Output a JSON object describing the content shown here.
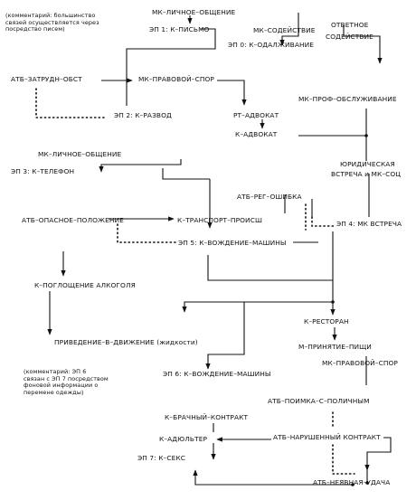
{
  "nodes": {
    "mk_lichnoe_1": "МК–ЛИЧНОЕ–ОБЩЕНИЕ",
    "ep1": "ЭП 1: К–ПИСЬМО",
    "mk_sodeystvie": "МК–СОДЕЙСТВИЕ",
    "otvetnoe_a": "ОТВЕТНОЕ",
    "otvetnoe_b": "СОДЕЙСТВИЕ",
    "ep_odolzh": "ЭП 0: К–ОДАЛЖИВАНИЕ",
    "atb_zatrudn": "АТБ–ЗАТРУДН–ОБСТ",
    "mk_pravovoy": "МК–ПРАВОВОЙ–СПОР",
    "ep2": "ЭП 2: К–РАЗВОД",
    "rt_advokat": "РТ–АДВОКАТ",
    "k_advokat": "К–АДВОКАТ",
    "mk_prof": "МК–ПРОФ–ОБСЛУЖИВАНИЕ",
    "mk_lichnoe_2": "МК–ЛИЧНОЕ–ОБЩЕНИЕ",
    "ep3": "ЭП 3: К–ТЕЛЕФОН",
    "yur_a": "ЮРИДИЧЕСКАЯ",
    "yur_b": "ВСТРЕЧА и МК–СОЦ",
    "atb_reg_oshibka": "АТБ–РЕГ–ОШИБКА",
    "atb_opasnoe": "АТБ–ОПАСНОЕ–ПОЛОЖЕНИЕ",
    "k_transport": "К–ТРАНСПОРТ–ПРОИСШ",
    "ep4": "ЭП 4: МК ВСТРЕЧА",
    "ep5": "ЭП 5: К–ВОЖДЕНИЕ–МАШИНЫ",
    "k_pogloshenie": "К–ПОГЛОЩЕНИЕ АЛКОГОЛЯ",
    "k_restoran": "К–РЕСТОРАН",
    "privedenie": "ПРИВЕДЕНИЕ–В–ДВИЖЕНИЕ (жидкости)",
    "m_prinyatie": "М–ПРИНЯТИЕ–ПИЩИ",
    "mk_pravovoy_2": "МК–ПРАВОВОЙ–СПОР",
    "ep6": "ЭП 6: К–ВОЖДЕНИЕ–МАШИНЫ",
    "atb_poimka": "АТБ–ПОИМКА–С–ПОЛИЧНЫМ",
    "k_brachny": "К–БРАЧНЫЙ–КОНТРАКТ",
    "k_adulter": "К–АДЮЛЬТЕР",
    "atb_narushenny": "АТБ–НАРУШЕННЫЙ КОНТРАКТ",
    "ep7": "ЭП 7: К–СЕКС",
    "atb_neyavnaya": "АТБ–НЕЯВНАЯ–УДАЧА"
  },
  "comments": {
    "top": "(комментарий: большинство связей осуществляется через посредство писем)",
    "bottom": "(комментарий: ЭП 6 связан с ЭП 7 посредством фоновой информации о перемене одежды)"
  }
}
